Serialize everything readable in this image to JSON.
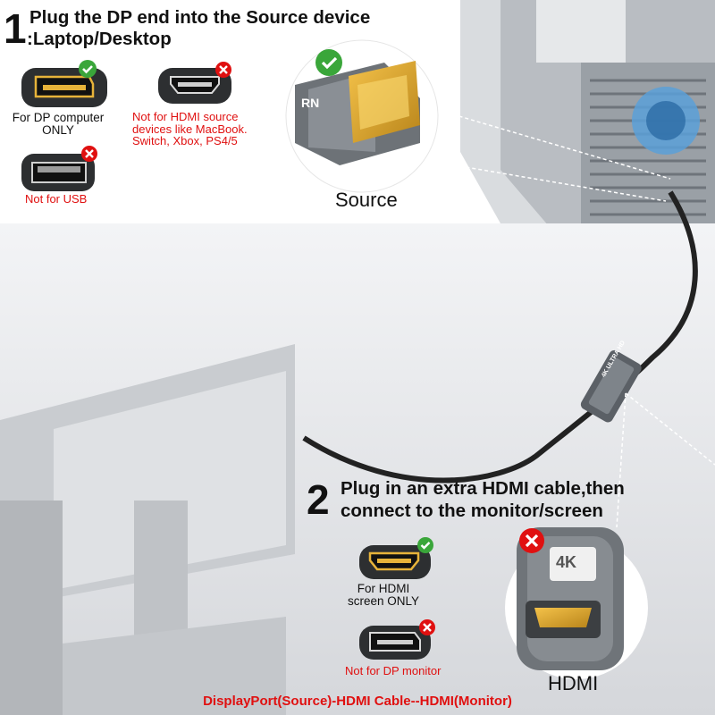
{
  "step1": {
    "number": "1",
    "title_line1": "Plug the DP end into the Source device",
    "title_line2": ":Laptop/Desktop"
  },
  "ports_top": {
    "dp_caption": "For DP computer ONLY",
    "hdmi_caption": "Not for HDMI source devices like MacBook. Switch, Xbox, PS4/5",
    "usb_caption": "Not for USB"
  },
  "source_label": "Source",
  "step2": {
    "number": "2",
    "title_line1": "Plug in an extra HDMI cable,then",
    "title_line2": "connect to the monitor/screen"
  },
  "ports_bottom": {
    "hdmi_caption": "For HDMI screen ONLY",
    "dp_caption": "Not for DP monitor"
  },
  "hdmi_label": "HDMI",
  "adapter_text": "4K ULTRA HD",
  "adapter_badge": "4K",
  "connector_brand": "RN",
  "footer": "DisplayPort(Source)-HDMI Cable--HDMI(Monitor)",
  "colors": {
    "accent_red": "#e01010",
    "check_green": "#3aa63a",
    "gold": "#e0a020"
  }
}
